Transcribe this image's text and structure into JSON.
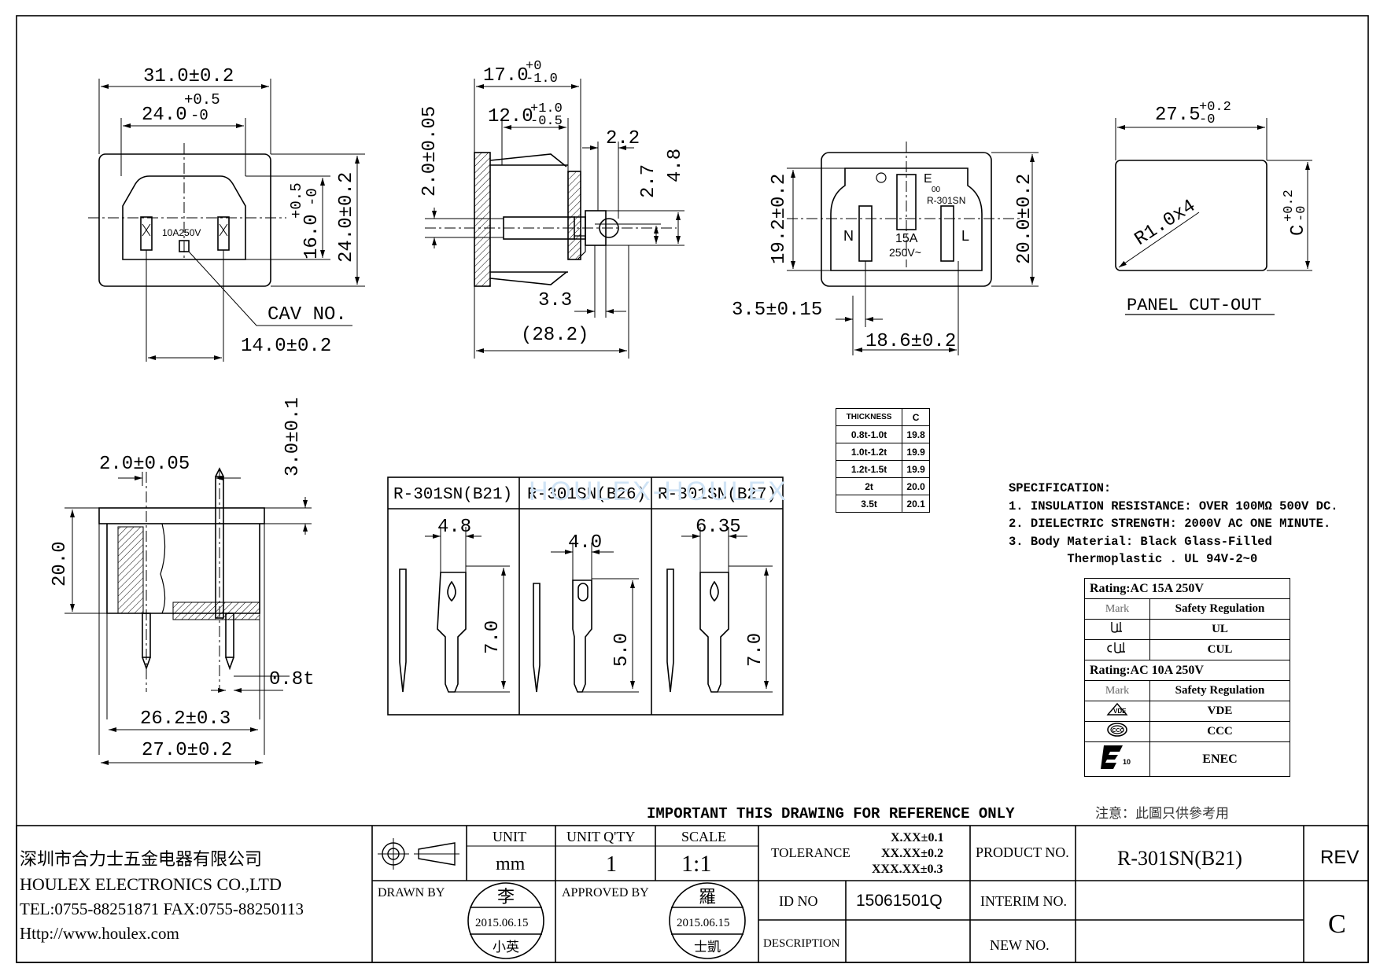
{
  "views": {
    "front": {
      "dims": [
        "31.0±0.2",
        "24.0",
        "+0.5",
        "-0",
        "+0.5",
        "-0",
        "16.0",
        "24.0±0.2",
        "14.0±0.2"
      ],
      "cav_label": "CAV  NO.",
      "body_text": "10A250V"
    },
    "side": {
      "dims": [
        "17.0",
        "+0",
        "-1.0",
        "12.0",
        "+1.0",
        "-0.5",
        "2.2",
        "2.7",
        "4.8",
        "2.0±0.05",
        "3.3",
        "(28.2)"
      ]
    },
    "rear": {
      "dims": [
        "19.2±0.2",
        "20.0±0.2",
        "3.5±0.15",
        "18.6±0.2"
      ],
      "marks": {
        "e": "E",
        "oo": "00",
        "model": "R-301SN",
        "n": "N",
        "l": "L",
        "amps": "15A",
        "volts": "250V~"
      }
    },
    "cutout": {
      "dims": [
        "27.5",
        "+0.2",
        "-0",
        "C",
        "+0.2",
        "-0"
      ],
      "radius": "R1.0x4",
      "title": "PANEL  CUT-OUT"
    },
    "bottom": {
      "dims": [
        "2.0±0.05",
        "3.0±0.1",
        "20.0",
        "0.8t",
        "26.2±0.3",
        "27.0±0.2"
      ]
    }
  },
  "terminals": [
    {
      "title": "R-301SN(B21)",
      "width": "4.8",
      "length": "7.0"
    },
    {
      "title": "R-301SN(B26)",
      "width": "4.0",
      "length": "5.0"
    },
    {
      "title": "R-301SN(B27)",
      "width": "6.35",
      "length": "7.0"
    }
  ],
  "watermark": "HOULEX-HOULEX",
  "thickness_table": {
    "headers": [
      "THICKNESS",
      "C"
    ],
    "rows": [
      [
        "0.8t-1.0t",
        "19.8"
      ],
      [
        "1.0t-1.2t",
        "19.9"
      ],
      [
        "1.2t-1.5t",
        "19.9"
      ],
      [
        "2t",
        "20.0"
      ],
      [
        "3.5t",
        "20.1"
      ]
    ]
  },
  "specification": {
    "title": "SPECIFICATION:",
    "lines": [
      "1. INSULATION RESISTANCE: OVER 100MΩ 500V DC.",
      "2. DIELECTRIC STRENGTH: 2000V AC ONE MINUTE.",
      "3. Body Material: Black Glass-Filled",
      "        Thermoplastic . UL 94V-2~0"
    ]
  },
  "ratings": [
    {
      "rating": "Rating:AC  15A  250V",
      "mark_header": "Mark",
      "reg_header": "Safety Regulation",
      "items": [
        {
          "mark_icon": "ul-mark-icon",
          "reg": "UL"
        },
        {
          "mark_icon": "cul-mark-icon",
          "reg": "CUL"
        }
      ]
    },
    {
      "rating": "Rating:AC  10A  250V",
      "mark_header": "Mark",
      "reg_header": "Safety Regulation",
      "items": [
        {
          "mark_icon": "vde-mark-icon",
          "reg": "VDE"
        },
        {
          "mark_icon": "ccc-mark-icon",
          "reg": "CCC"
        },
        {
          "mark_icon": "enec-mark-icon",
          "reg": "ENEC"
        }
      ]
    }
  ],
  "notice": {
    "en": "IMPORTANT  THIS  DRAWING  FOR  REFERENCE  ONLY",
    "cn": "注意：此圖只供參考用"
  },
  "title_block": {
    "company_cn": "深圳市合力士五金电器有限公司",
    "company_en": "HOULEX ELECTRONICS CO.,LTD",
    "tel": "TEL:0755-88251871 FAX:0755-88250113",
    "web": "Http://www.houlex.com",
    "unit_label": "UNIT",
    "unit_value": "mm",
    "qty_label": "UNIT  Q'TY",
    "qty_value": "1",
    "scale_label": "SCALE",
    "scale_value": "1:1",
    "tolerance_label": "TOLERANCE",
    "tolerances": [
      "X.XX±0.1",
      "XX.XX±0.2",
      "XXX.XX±0.3"
    ],
    "product_no_label": "PRODUCT NO.",
    "product_no": "R-301SN(B21)",
    "rev_label": "REV",
    "rev": "C",
    "drawn_by_label": "DRAWN BY",
    "drawn_stamp": {
      "top": "李",
      "date": "2015.06.15",
      "bottom": "小英"
    },
    "approved_by_label": "APPROVED BY",
    "approved_stamp": {
      "top": "羅",
      "date": "2015.06.15",
      "bottom": "士凱"
    },
    "id_no_label": "ID  NO",
    "id_no": "15061501Q",
    "interim_label": "INTERIM NO.",
    "description_label": "DESCRIPTION",
    "new_no_label": "NEW  NO."
  }
}
